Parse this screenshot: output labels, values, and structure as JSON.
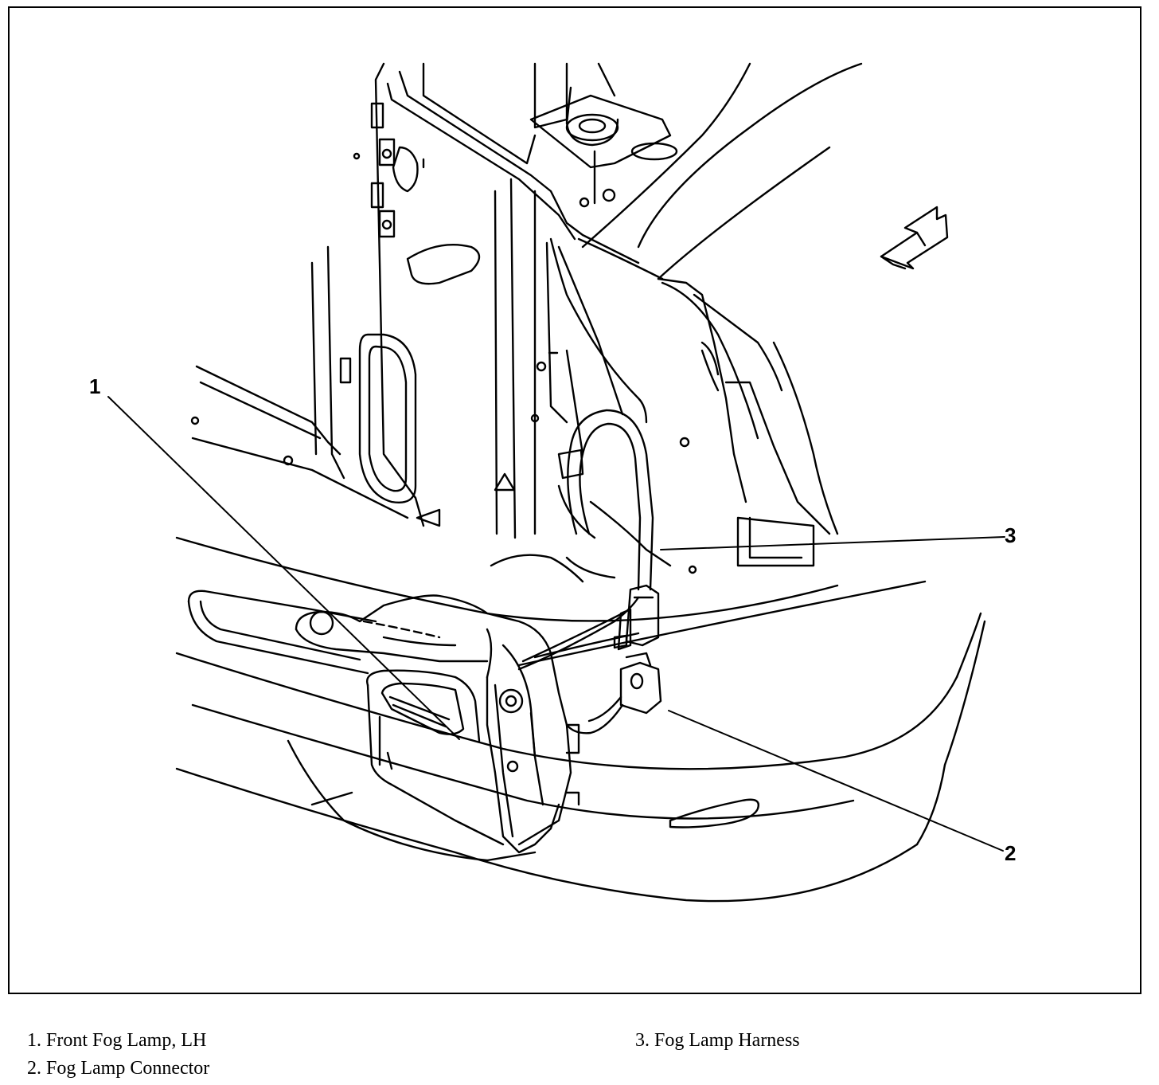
{
  "callouts": [
    {
      "number": "1",
      "label": "Front Fog Lamp, LH"
    },
    {
      "number": "2",
      "label": "Fog Lamp Connector"
    },
    {
      "number": "3",
      "label": "Fog Lamp Harness"
    }
  ],
  "legend": [
    "1. Front Fog Lamp, LH",
    "2. Fog Lamp Connector",
    "3. Fog Lamp Harness"
  ],
  "icons": {
    "direction_arrow": "forward-arrow-icon"
  }
}
